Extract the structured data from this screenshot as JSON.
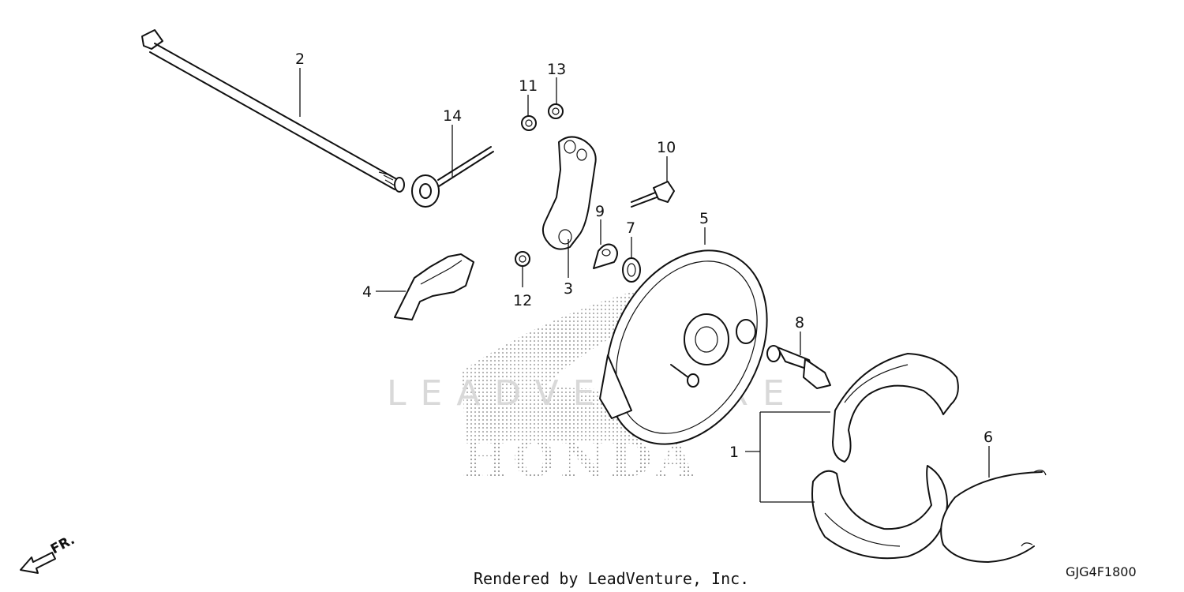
{
  "watermark": {
    "brand": "HONDA",
    "text": "LEADVENTURE"
  },
  "callouts": [
    "1",
    "2",
    "3",
    "4",
    "5",
    "6",
    "7",
    "8",
    "9",
    "10",
    "11",
    "12",
    "13",
    "14"
  ],
  "direction": {
    "label": "FR."
  },
  "footer": {
    "credit": "Rendered by LeadVenture, Inc.",
    "diagram_code": "GJG4F1800"
  }
}
